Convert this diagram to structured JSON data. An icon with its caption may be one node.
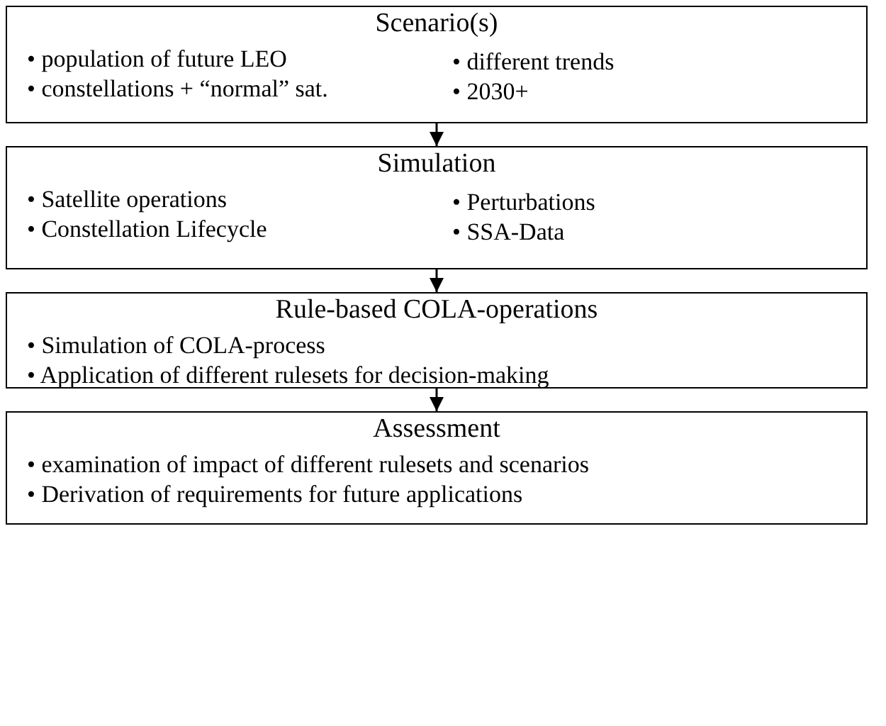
{
  "diagram": {
    "nodes": [
      {
        "text": [
          "Scenario(s)",
          "• population of future LEO",
          "• constellations + “normal” sat.",
          "• different trends",
          "• 2030+"
        ]
      },
      {
        "text": [
          "Simulation",
          "• Satellite operations",
          "• Constellation Lifecycle",
          "• Perturbations",
          "• SSA-Data"
        ]
      },
      {
        "text": [
          "Rule-based COLA-operations",
          "• Simulation of COLA-process",
          "• Application of different rulesets for decision-making"
        ]
      },
      {
        "text": [
          "Assessment",
          "• examination of impact of different rulesets and scenarios",
          "• Derivation of requirements for future applications"
        ]
      }
    ],
    "edges": [
      {
        "from": 0,
        "to": 1,
        "arrow": "to"
      },
      {
        "from": 1,
        "to": 2,
        "arrow": "to"
      },
      {
        "from": 2,
        "to": 3,
        "arrow": "to"
      }
    ]
  }
}
